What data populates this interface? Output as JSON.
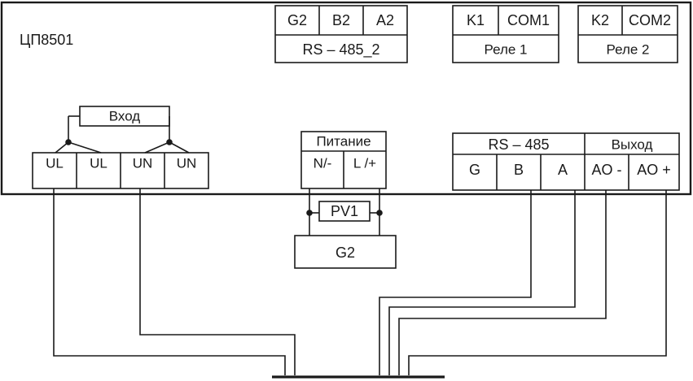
{
  "device": {
    "name": "ЦП8501"
  },
  "rs485_2": {
    "terminals": [
      "G2",
      "B2",
      "A2"
    ],
    "label": "RS – 485_2"
  },
  "relay1": {
    "terminals": [
      "K1",
      "COM1"
    ],
    "label": "Реле 1"
  },
  "relay2": {
    "terminals": [
      "K2",
      "COM2"
    ],
    "label": "Реле 2"
  },
  "input": {
    "label": "Вход",
    "terminals": [
      "UL",
      "UL",
      "UN",
      "UN"
    ]
  },
  "power": {
    "label": "Питание",
    "terminals": [
      "N/-",
      "L /+"
    ]
  },
  "rs485": {
    "label": "RS – 485",
    "terminals": [
      "G",
      "B",
      "A"
    ]
  },
  "output": {
    "label": "Выход",
    "terminals": [
      "AO -",
      "AO +"
    ]
  },
  "meter": {
    "label": "PV1"
  },
  "source": {
    "label": "G2"
  }
}
